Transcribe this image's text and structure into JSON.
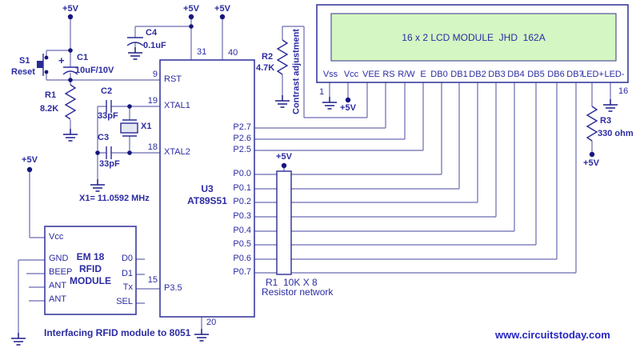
{
  "page": {
    "title": "Interfacing RFID module to 8051",
    "website": "www.circuitstoday.com"
  },
  "power": {
    "vcc": "+5V"
  },
  "notes": {
    "crystal": "X1= 11.0592 MHz",
    "contrast": "Contrast adjustment"
  },
  "mcu": {
    "ref": "U3",
    "part": "AT89S51",
    "pin_rst": "RST",
    "num_rst": "9",
    "pin_xtal1": "XTAL1",
    "num_xtal1": "19",
    "pin_xtal2": "XTAL2",
    "num_xtal2": "18",
    "pin_p35": "P3.5",
    "num_p35": "15",
    "num_ea": "31",
    "num_vcc": "40",
    "num_gnd": "20",
    "right_pins": [
      "P2.7",
      "P2.6",
      "P2.5",
      "P0.0",
      "P0.1",
      "P0.2",
      "P0.3",
      "P0.4",
      "P0.5",
      "P0.6",
      "P0.7"
    ]
  },
  "lcd": {
    "title": "16 x 2 LCD MODULE  JHD  162A",
    "pin_labels": [
      "Vss",
      "Vcc",
      "VEE",
      "RS",
      "R/W",
      "E",
      "DB0",
      "DB1",
      "DB2",
      "DB3",
      "DB4",
      "DB5",
      "DB6",
      "DB7",
      "LED+",
      "LED-"
    ],
    "num_first": "1",
    "num_last": "16"
  },
  "rfid": {
    "name_line1": "EM 18",
    "name_line2": "RFID",
    "name_line3": "MODULE",
    "left_pins": [
      "Vcc",
      "GND",
      "BEEP",
      "ANT",
      "ANT"
    ],
    "right_pins": [
      "D0",
      "D1",
      "Tx",
      "SEL"
    ]
  },
  "components": {
    "s1": {
      "ref": "S1",
      "label": "Reset"
    },
    "c1": {
      "ref": "C1",
      "value": "10uF/10V",
      "polarity": "+"
    },
    "r1": {
      "ref": "R1",
      "value": "8.2K"
    },
    "c2": {
      "ref": "C2",
      "value": "33pF"
    },
    "c3": {
      "ref": "C3",
      "value": "33pF"
    },
    "c4": {
      "ref": "C4",
      "value": "0.1uF"
    },
    "x1": {
      "ref": "X1"
    },
    "r2": {
      "ref": "R2",
      "value": "4.7K"
    },
    "r3": {
      "ref": "R3",
      "value": "330 ohm"
    },
    "rnet": {
      "ref": "R1  10K X 8",
      "label": "Resistor network"
    }
  },
  "colors": {
    "wire": "#6a6ab2",
    "component": "#2a2a96",
    "text": "#2b2ba2",
    "lcd_green": "#d4f6c3",
    "website_blue": "#2626c2"
  }
}
